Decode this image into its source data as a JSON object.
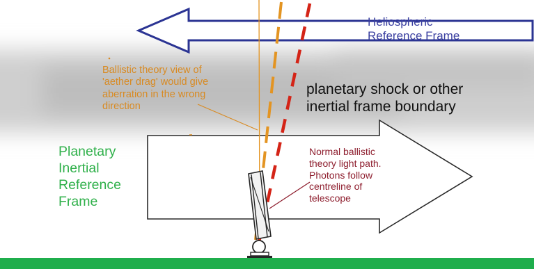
{
  "labels": {
    "heliospheric_frame": "Heliospheric\nReference Frame",
    "ballistic_wrong_direction": "Ballistic theory view of\n'aether drag' would give\naberration in the wrong\ndirection",
    "shock_boundary": "planetary shock  or other\ninertial frame boundary",
    "planetary_frame": "Planetary\nInertial\nReference\nFrame",
    "normal_light_path": "Normal ballistic\ntheory light path.\nPhotons follow\ncentreline of\ntelescope"
  },
  "colors": {
    "heliospheric_arrow": "#2b3493",
    "haze_band": "#c8c8c8",
    "ground": "#1fae4c",
    "orange_path": "#e39422",
    "red_path": "#d42417",
    "telescope": "#2b2b2b"
  }
}
